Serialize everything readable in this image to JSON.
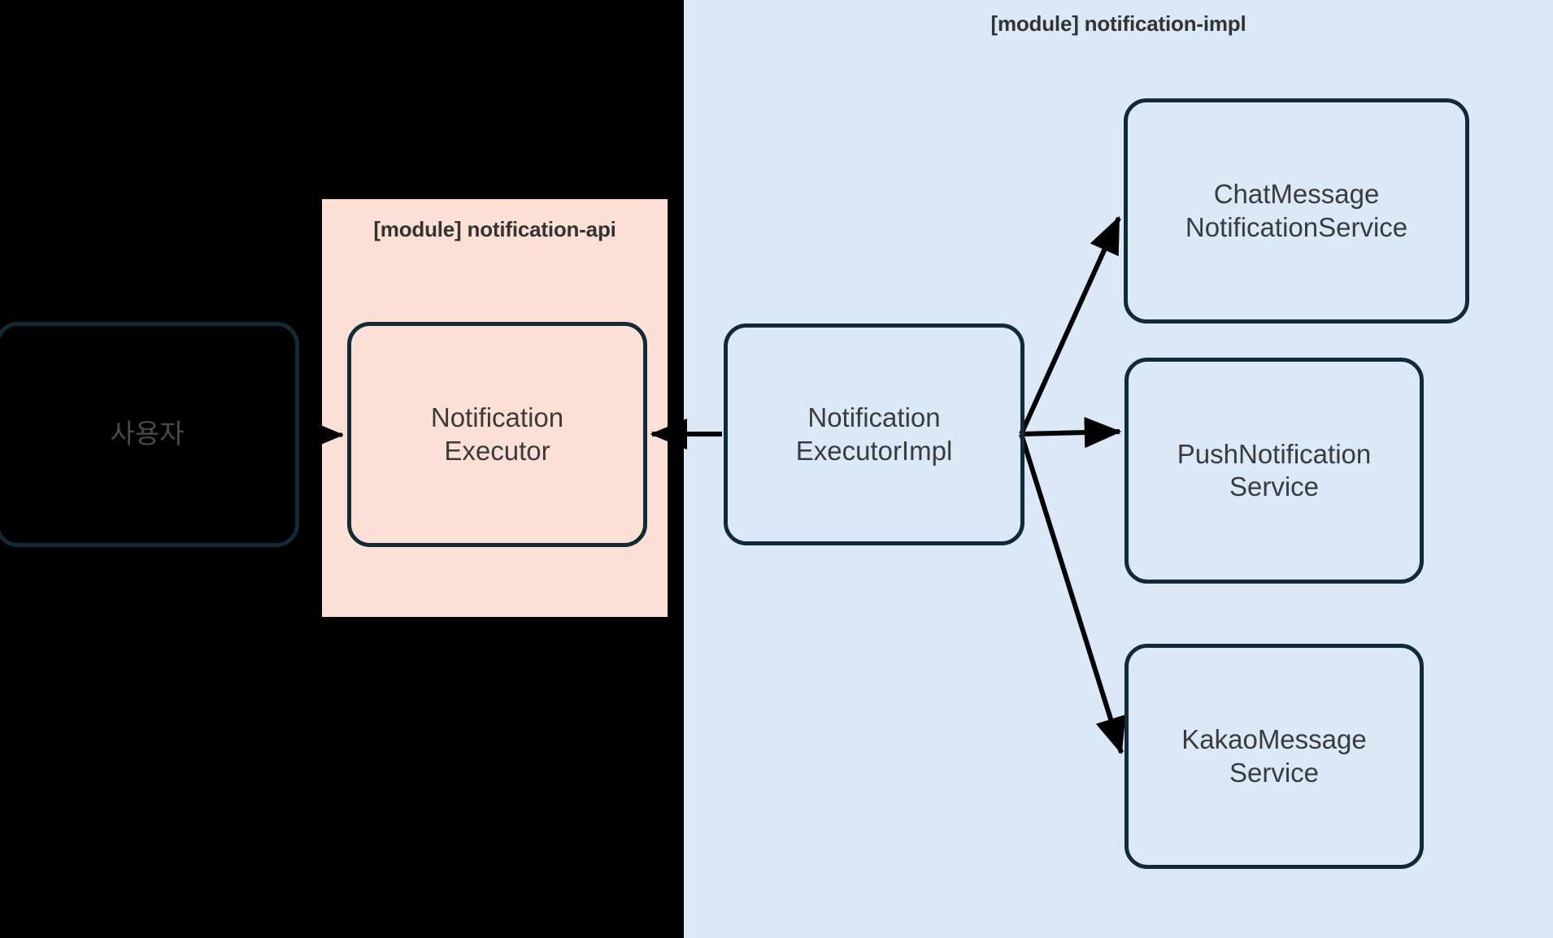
{
  "diagram": {
    "type": "architecture-module-diagram",
    "background_color": "#000000",
    "modules": [
      {
        "id": "notification-api",
        "label": "[module] notification-api",
        "fill": "#fce0d6"
      },
      {
        "id": "notification-impl",
        "label": "[module] notification-impl",
        "fill": "#dbe8f7"
      }
    ],
    "nodes": [
      {
        "id": "user",
        "label": "사용자",
        "module": null,
        "border_color": "#102a37"
      },
      {
        "id": "notification-executor",
        "label_line1": "Notification",
        "label_line2": "Executor",
        "module": "notification-api",
        "border_color": "#102a37"
      },
      {
        "id": "notification-executor-impl",
        "label_line1": "Notification",
        "label_line2": "ExecutorImpl",
        "module": "notification-impl",
        "border_color": "#102a37"
      },
      {
        "id": "chat-message-notification-service",
        "label_line1": "ChatMessage",
        "label_line2": "NotificationService",
        "module": "notification-impl",
        "border_color": "#102a37"
      },
      {
        "id": "push-notification-service",
        "label_line1": "PushNotification",
        "label_line2": "Service",
        "module": "notification-impl",
        "border_color": "#102a37"
      },
      {
        "id": "kakao-message-service",
        "label_line1": "KakaoMessage",
        "label_line2": "Service",
        "module": "notification-impl",
        "border_color": "#102a37"
      }
    ],
    "edges": [
      {
        "id": "user-to-executor",
        "from": "user",
        "to": "notification-executor",
        "direction": "right"
      },
      {
        "id": "impl-to-executor",
        "from": "notification-executor-impl",
        "to": "notification-executor",
        "direction": "left"
      },
      {
        "id": "impl-to-chat",
        "from": "notification-executor-impl",
        "to": "chat-message-notification-service",
        "direction": "up-right"
      },
      {
        "id": "impl-to-push",
        "from": "notification-executor-impl",
        "to": "push-notification-service",
        "direction": "right"
      },
      {
        "id": "impl-to-kakao",
        "from": "notification-executor-impl",
        "to": "kakao-message-service",
        "direction": "down-right"
      }
    ],
    "colors": {
      "node_border": "#102a37",
      "node_text": "#3b3b3b",
      "user_node_text": "#4a4a4a",
      "module_label_text": "#333333",
      "arrow": "#000000",
      "api_module_fill": "#fce0d6",
      "impl_module_fill": "#dbe8f7",
      "page_background": "#000000"
    }
  }
}
